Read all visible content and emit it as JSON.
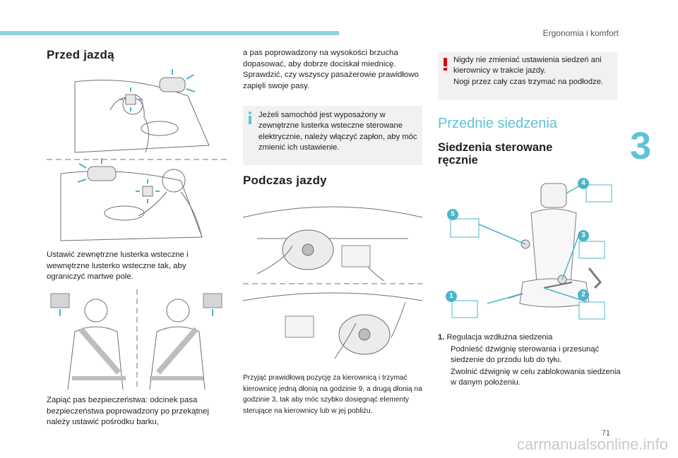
{
  "header": {
    "section": "Ergonomia i komfort",
    "chapter": "3",
    "page": "71"
  },
  "watermark": "carmanualsonline.info",
  "col1": {
    "title": "Przed jazdą",
    "mirrors_caption": "Ustawić zewnętrzne lusterka wsteczne i wewnętrzne lusterko wsteczne tak, aby ograniczyć martwe pole.",
    "belt_caption": "Zapiąć pas bezpieczeństwa: odcinek pasa bezpieczeństwa poprowadzony po przekątnej należy ustawić pośrodku barku,"
  },
  "col2": {
    "continuation": "a pas poprowadzony na wysokości brzucha dopasować, aby dobrze dociskał miednicę. Sprawdzić, czy wszyscy pasażerowie prawidłowo zapięli swoje pasy.",
    "note": "Jeżeli samochód jest wyposażony w zewnętrzne lusterka wsteczne sterowane elektrycznie, należy włączyć zapłon, aby móc zmienić ich ustawienie.",
    "title": "Podczas jazdy",
    "wheel_caption": "Przyjąć prawidłową pozycję za kierownicą i trzymać kierownicę jedną dłonią na godzinie 9, a drugą dłonią na godzinie 3, tak aby móc szybko dosięgnąć elementy sterujące na kierownicy lub w jej pobliżu."
  },
  "col3": {
    "warning_line1": "Nigdy nie zmieniać ustawienia siedzeń ani kierownicy w trakcie jazdy.",
    "warning_line2": "Nogi przez cały czas trzymać na podłodze.",
    "section_title": "Przednie siedzenia",
    "subsection_title": "Siedzenia sterowane ręcznie",
    "badges": [
      "1",
      "2",
      "3",
      "4",
      "5"
    ],
    "reg_number": "1.",
    "reg_title": "Regulacja wzdłużna siedzenia",
    "bullet_mark": "",
    "bullets": [
      "Podnieść dźwignię sterowania i przesunąć siedzenie do przodu lub do tyłu.",
      "Zwolnić dźwignię w celu zablokowania siedzenia w danym położeniu."
    ]
  },
  "colors": {
    "accent": "#5fc3d6",
    "warning": "#e30613",
    "note_bg": "#f1f1f1"
  }
}
